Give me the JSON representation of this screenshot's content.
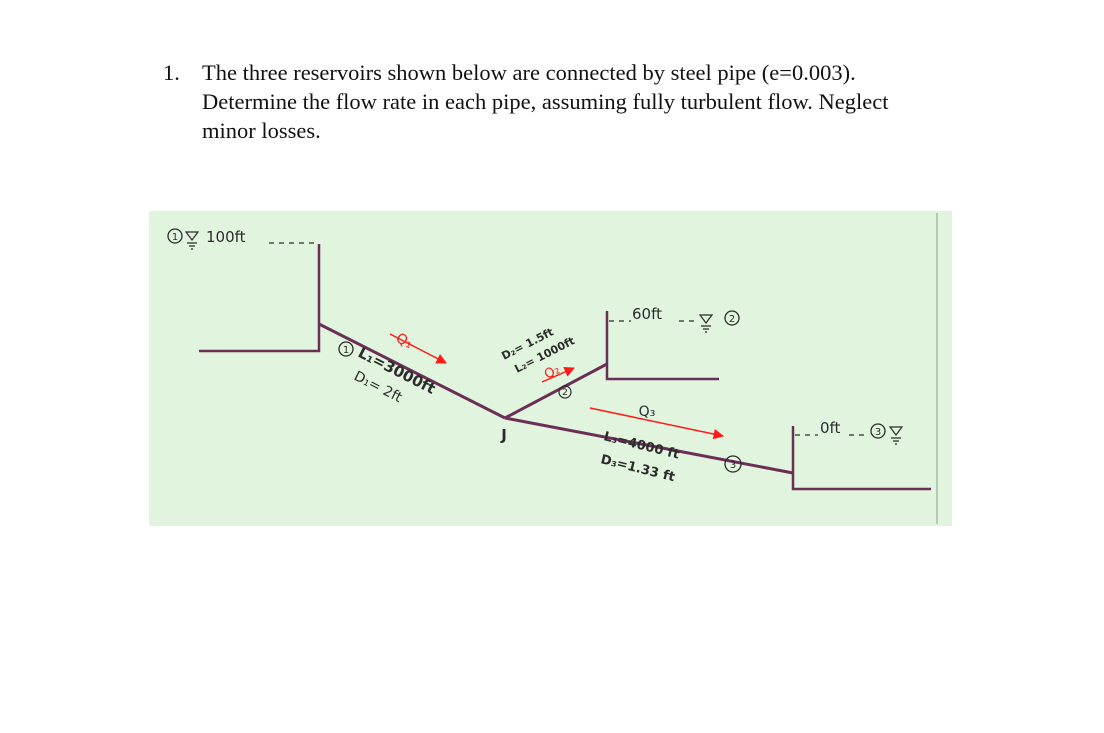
{
  "problem": {
    "number": "1.",
    "line1": "The three reservoirs shown below are connected by steel pipe (e=0.003).",
    "line2": "Determine the flow rate in each pipe, assuming fully turbulent flow. Neglect",
    "line3": "minor losses."
  },
  "figure": {
    "reservoir1": {
      "marker": "1",
      "elevation": "100ft"
    },
    "reservoir2": {
      "marker": "2",
      "elevation": "60ft"
    },
    "reservoir3": {
      "marker": "3",
      "elevation": "0ft"
    },
    "junction": "J",
    "pipe1": {
      "marker": "1",
      "flow": "Q₁",
      "length": "L₁=3000ft",
      "diameter": "D₁= 2ft"
    },
    "pipe2": {
      "marker": "2",
      "flow": "Q₂",
      "length": "L₂= 1000ft",
      "diameter": "D₂= 1.5ft"
    },
    "pipe3": {
      "marker": "3",
      "flow": "Q₃",
      "length": "L₃=4000 ft",
      "diameter": "D₃=1.33 ft"
    },
    "colors": {
      "background": "#e1f5de",
      "pipe": "#6b2f56",
      "arrow": "#ff1a1a",
      "ink": "#2b2b2b"
    }
  }
}
